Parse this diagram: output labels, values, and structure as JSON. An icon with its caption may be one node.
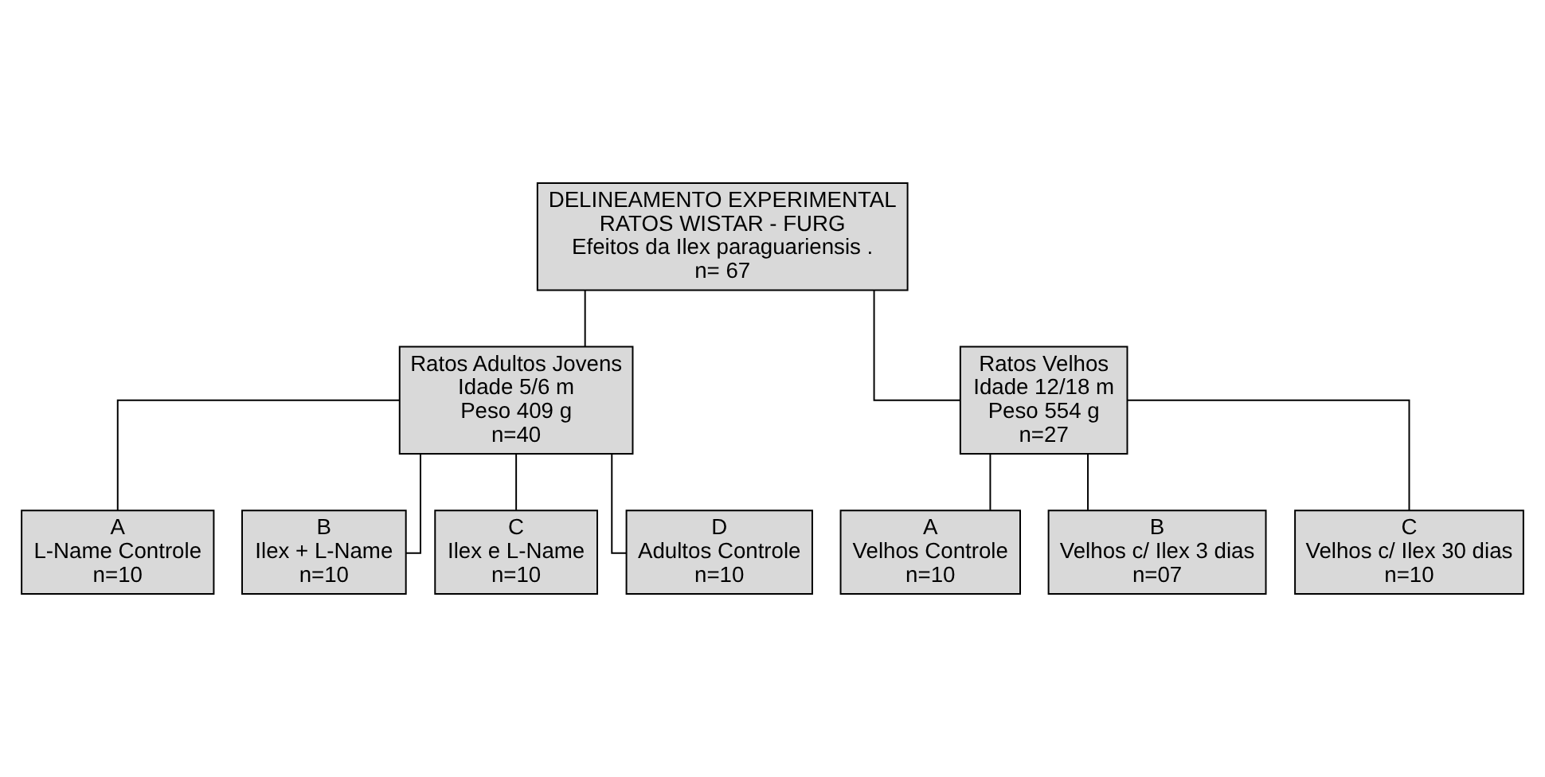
{
  "diagram": {
    "nodes": [
      {
        "text": [
          "DELINEAMENTO EXPERIMENTAL",
          "RATOS WISTAR - FURG",
          "Efeitos da Ilex paraguariensis .",
          "n= 67"
        ]
      },
      {
        "text": [
          "Ratos Adultos Jovens",
          "Idade 5/6 m",
          "Peso 409 g",
          "n=40"
        ]
      },
      {
        "text": [
          "Ratos Velhos",
          "Idade 12/18 m",
          "Peso 554 g",
          "n=27"
        ]
      },
      {
        "text": [
          "A",
          "L-Name Controle",
          "n=10"
        ]
      },
      {
        "text": [
          "B",
          "Ilex + L-Name",
          "n=10"
        ]
      },
      {
        "text": [
          "C",
          "Ilex e L-Name",
          "n=10"
        ]
      },
      {
        "text": [
          "D",
          "Adultos Controle",
          "n=10"
        ]
      },
      {
        "text": [
          "A",
          "Velhos Controle",
          "n=10"
        ]
      },
      {
        "text": [
          "B",
          "Velhos c/ Ilex 3 dias",
          "n=07"
        ]
      },
      {
        "text": [
          "C",
          "Velhos c/ Ilex 30 dias",
          "n=10"
        ]
      }
    ],
    "edges": [
      {
        "from": 0,
        "to": 1,
        "arrow": "none"
      },
      {
        "from": 0,
        "to": 2,
        "arrow": "none"
      },
      {
        "from": 1,
        "to": 3,
        "arrow": "none"
      },
      {
        "from": 1,
        "to": 4,
        "arrow": "none"
      },
      {
        "from": 1,
        "to": 5,
        "arrow": "none"
      },
      {
        "from": 1,
        "to": 6,
        "arrow": "none"
      },
      {
        "from": 2,
        "to": 7,
        "arrow": "none"
      },
      {
        "from": 2,
        "to": 8,
        "arrow": "none"
      },
      {
        "from": 2,
        "to": 9,
        "arrow": "none"
      }
    ]
  }
}
